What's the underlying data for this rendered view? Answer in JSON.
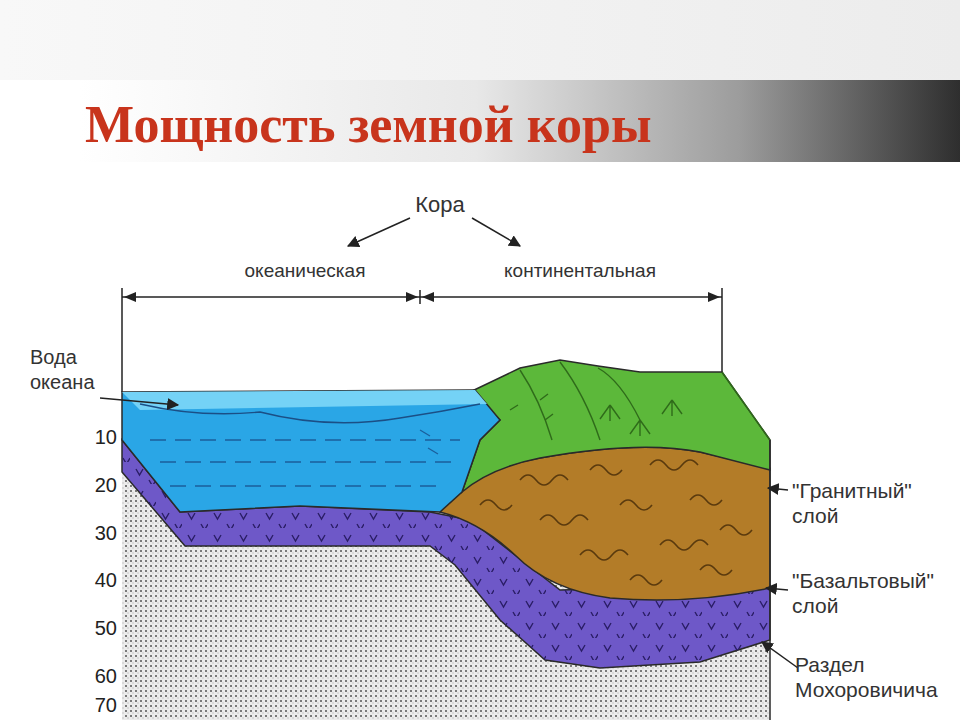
{
  "diagram": {
    "title": "Мощность земной коры",
    "labels": [
      "Кора",
      "океаническая",
      "континентальная",
      "Вода океана",
      "10",
      "20",
      "30",
      "40",
      "50",
      "60",
      "70",
      "\"Гранитный\" слой",
      "\"Базальтовый\" слой",
      "Раздел Мохоровичича"
    ]
  }
}
